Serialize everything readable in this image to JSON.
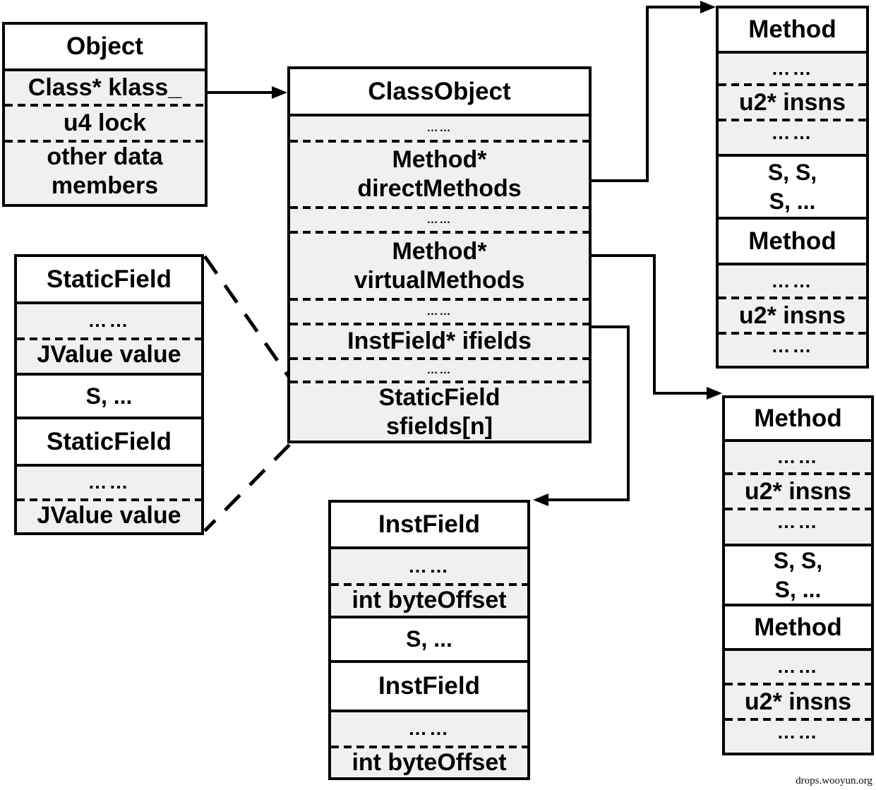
{
  "watermark": "drops.wooyun.org",
  "colors": {
    "fill": "#f0f0f0",
    "border": "#000000",
    "header_fill": "#ffffff"
  },
  "object_box": {
    "title": "Object",
    "row_klass": "Class* klass_",
    "row_lock": "u4 lock",
    "row_other": "other data\nmembers"
  },
  "class_object_box": {
    "title": "ClassObject",
    "dots": "……",
    "row_direct": "Method*\ndirectMethods",
    "row_virtual": "Method*\nvirtualMethods",
    "row_ifields": "InstField* ifields",
    "row_sfields": "StaticField\nsfields[n]"
  },
  "method_top_box": {
    "title": "Method",
    "dots": "……",
    "row_insns": "u2* insns",
    "middle": "S, S,\nS, ...",
    "title2": "Method",
    "row_insns2": "u2* insns"
  },
  "method_bottom_box": {
    "title": "Method",
    "dots": "……",
    "row_insns": "u2* insns",
    "middle": "S, S,\nS, ...",
    "title2": "Method",
    "row_insns2": "u2* insns"
  },
  "static_field_box": {
    "title": "StaticField",
    "dots": "……",
    "row_value": "JValue value",
    "middle": "S, ...",
    "title2": "StaticField",
    "row_value2": "JValue value"
  },
  "inst_field_box": {
    "title": "InstField",
    "dots": "……",
    "row_offset": "int byteOffset",
    "middle": "S, ...",
    "title2": "InstField",
    "row_offset2": "int byteOffset"
  }
}
